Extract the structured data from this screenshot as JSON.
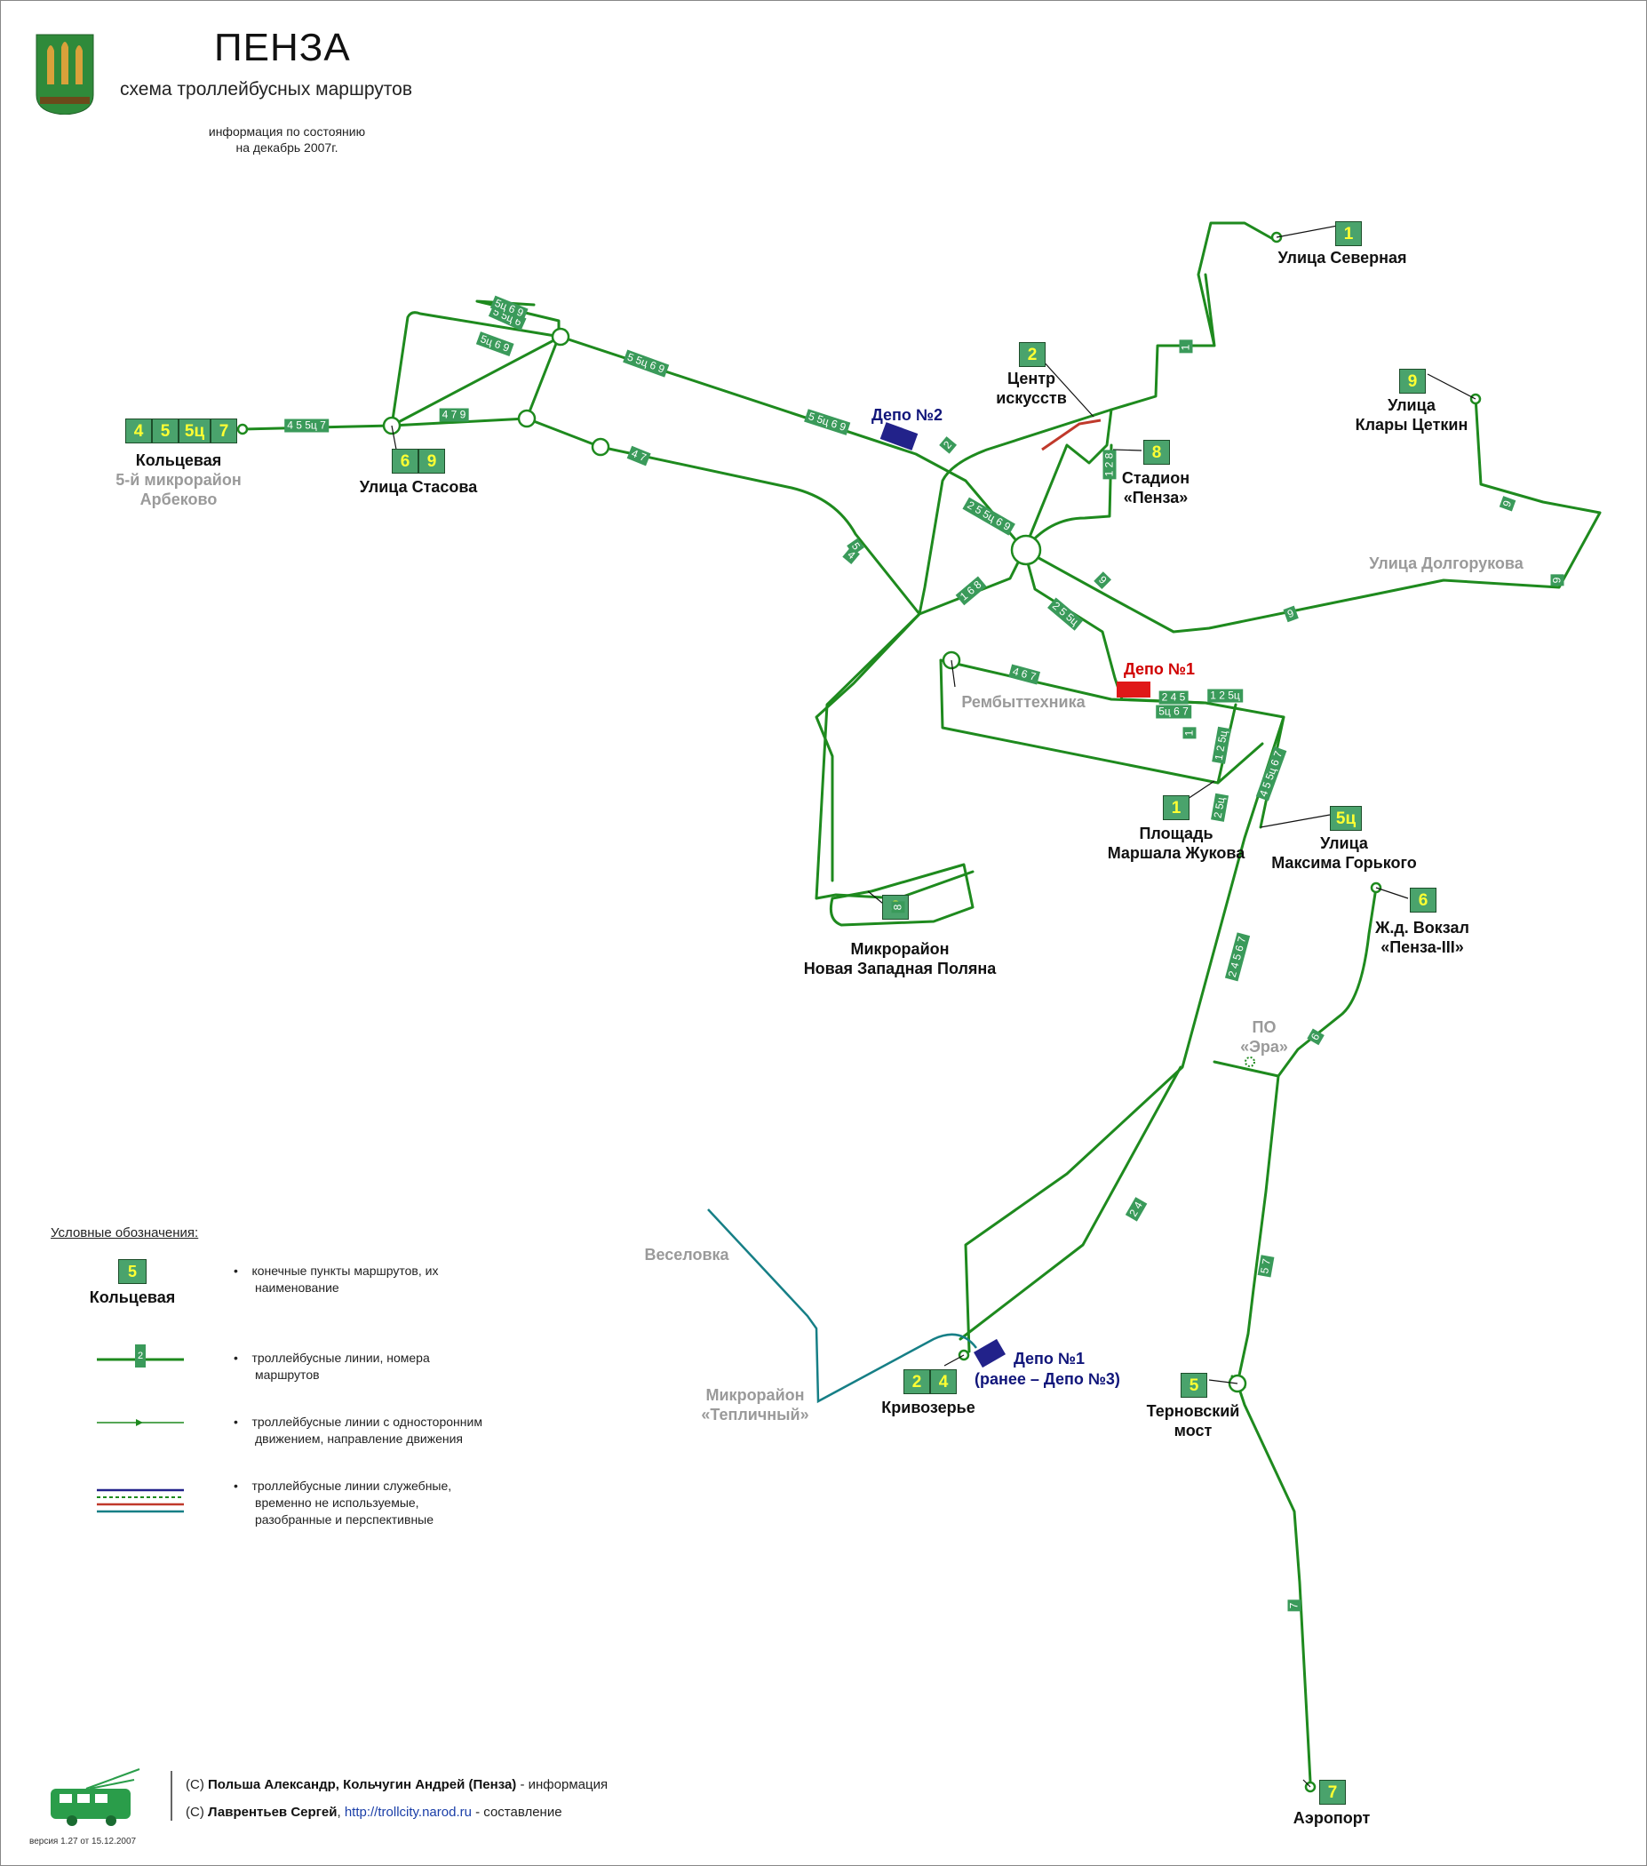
{
  "header": {
    "title": "ПЕНЗА",
    "subtitle": "схема троллейбусных маршрутов",
    "info_line1": "информация по состоянию",
    "info_line2": "на декабрь 2007г."
  },
  "terminals": {
    "koltsevaya": {
      "routes": [
        "4",
        "5",
        "5ц",
        "7"
      ],
      "name": "Кольцевая",
      "sub1": "5-й микрорайон",
      "sub2": "Арбеково"
    },
    "stasova": {
      "routes": [
        "6",
        "9"
      ],
      "name": "Улица Стасова"
    },
    "severnaya": {
      "routes": [
        "1"
      ],
      "name": "Улица Северная"
    },
    "centr": {
      "routes": [
        "2"
      ],
      "name1": "Центр",
      "name2": "искусств"
    },
    "tsetkin": {
      "routes": [
        "9"
      ],
      "name1": "Улица",
      "name2": "Клары Цеткин"
    },
    "stadion": {
      "routes": [
        "8"
      ],
      "name1": "Стадион",
      "name2": "«Пенза»"
    },
    "zhukova": {
      "routes": [
        "1"
      ],
      "name1": "Площадь",
      "name2": "Маршала Жукова"
    },
    "gorkogo": {
      "routes": [
        "5ц"
      ],
      "name1": "Улица",
      "name2": "Максима Горького"
    },
    "vokzal": {
      "routes": [
        "6"
      ],
      "name1": "Ж.д. Вокзал",
      "name2": "«Пенза-III»"
    },
    "polyana": {
      "routes": [
        "8"
      ],
      "name1": "Микрорайон",
      "name2": "Новая Западная Поляна"
    },
    "krivozerye": {
      "routes": [
        "2",
        "4"
      ],
      "name": "Кривозерье"
    },
    "ternovsky": {
      "routes": [
        "5"
      ],
      "name1": "Терновский",
      "name2": "мост"
    },
    "aeroport": {
      "routes": [
        "7"
      ],
      "name": "Аэропорт"
    }
  },
  "places": {
    "dolgorukova": "Улица Долгорукова",
    "rembyt": "Рембыттехника",
    "era1": "ПО",
    "era2": "«Эра»",
    "veselovka": "Веселовка",
    "teplichny1": "Микрорайон",
    "teplichny2": "«Тепличный»"
  },
  "depots": {
    "depo2": "Депо №2",
    "depo1": "Депо №1",
    "depo1b_line1": "Депо №1",
    "depo1b_line2": "(ранее – Депо №3)"
  },
  "route_tags": [
    "4 5 5ц 7",
    "5 5ц 6 9",
    "5 5ц 6",
    "5ц 6 9",
    "5ц 6 9",
    "5 5ц 6 9",
    "4 7 9",
    "4 7",
    "5",
    "2",
    "2 5 5ц 6 9",
    "1 6 8",
    "2 5 5ц",
    "4 6 7",
    "2 4 5",
    "5ц 6 7",
    "1 2 5ц",
    "1 2 5ц",
    "4 5 5ц 6 7",
    "2 5ц",
    "2 4 5 6 7",
    "8",
    "1 2 8",
    "9",
    "9",
    "9",
    "9",
    "2 4",
    "5 7",
    "6",
    "7",
    "1",
    "1",
    "4",
    "2"
  ],
  "legend": {
    "title": "Условные обозначения:",
    "terminal_example_route": "5",
    "terminal_example_name": "Кольцевая",
    "item1_line1": "конечные пункты маршрутов, их",
    "item1_line2": "наименование",
    "item2_line1": "троллейбусные линии, номера",
    "item2_line2": "маршрутов",
    "item2_tag": "2",
    "item3_line1": "троллейбусные линии с односторонним",
    "item3_line2": "движением, направление движения",
    "item4_line1": "троллейбусные линии служебные,",
    "item4_line2": "временно не используемые,",
    "item4_line3": "разобранные и перспективные"
  },
  "credits": {
    "line1_prefix": "(C) ",
    "line1_names": "Польша Александр, Кольчугин Андрей (Пенза)",
    "line1_suffix": " - информация",
    "line2_prefix": "(C) ",
    "line2_name": "Лаврентьев Сергей",
    "line2_sep": ", ",
    "line2_link": "http://trollcity.narod.ru",
    "line2_suffix": " - составление",
    "version": "версия 1.27 от 15.12.2007"
  },
  "colors": {
    "line": "#1e8a1e",
    "terminal_box": "#4aa36c",
    "terminal_text": "#ffff33",
    "tag": "#3a9a5a",
    "depot_blue": "#22228a",
    "depot_red": "#e01818",
    "planned": "#167f86"
  }
}
